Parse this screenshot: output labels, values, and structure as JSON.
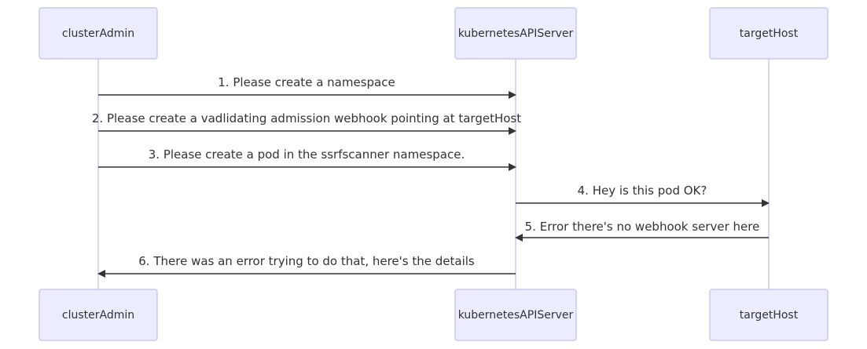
{
  "participants": [
    {
      "id": "clusterAdmin",
      "label": "clusterAdmin"
    },
    {
      "id": "kubernetesAPIServer",
      "label": "kubernetesAPIServer"
    },
    {
      "id": "targetHost",
      "label": "targetHost"
    }
  ],
  "messages": [
    {
      "from": "clusterAdmin",
      "to": "kubernetesAPIServer",
      "text": "1. Please create a namespace"
    },
    {
      "from": "clusterAdmin",
      "to": "kubernetesAPIServer",
      "text": "2. Please create a vadlidating admission webhook pointing at targetHost"
    },
    {
      "from": "clusterAdmin",
      "to": "kubernetesAPIServer",
      "text": "3. Please create a pod in the ssrfscanner namespace."
    },
    {
      "from": "kubernetesAPIServer",
      "to": "targetHost",
      "text": "4. Hey is this pod OK?"
    },
    {
      "from": "targetHost",
      "to": "kubernetesAPIServer",
      "text": "5. Error there's no webhook server here"
    },
    {
      "from": "kubernetesAPIServer",
      "to": "clusterAdmin",
      "text": "6. There was an error trying to do that, here's the details"
    }
  ],
  "colors": {
    "actor_fill": "#ECECFF",
    "actor_stroke": "#C9C9F2",
    "lifeline": "#C9C9F2",
    "text": "#333333",
    "arrow": "#333333"
  }
}
